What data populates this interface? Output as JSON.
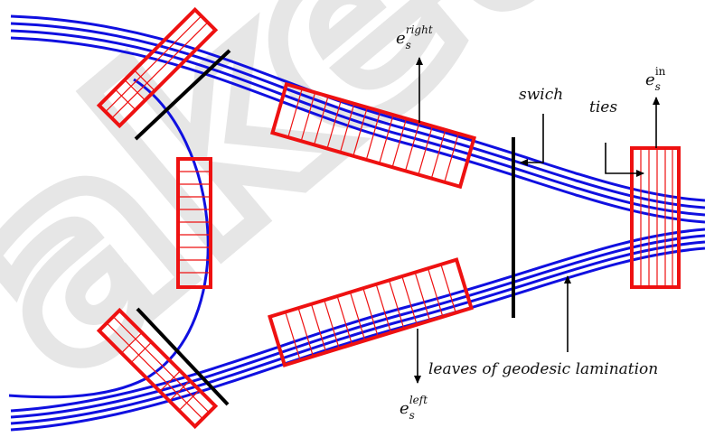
{
  "labels": {
    "e_right_base": "e",
    "e_right_sub": "s",
    "e_right_sup": "right",
    "swich": "swich",
    "ties": "ties",
    "e_in_base": "e",
    "e_in_sub": "s",
    "e_in_sup": "in",
    "leaves": "leaves of geodesic lamination",
    "e_left_base": "e",
    "e_left_sub": "s",
    "e_left_sup": "left"
  },
  "watermark": "aketo",
  "colors": {
    "rail": "#1010e0",
    "tie": "#ee1111",
    "bar": "#000000",
    "watermark": "#e6e6e6"
  }
}
